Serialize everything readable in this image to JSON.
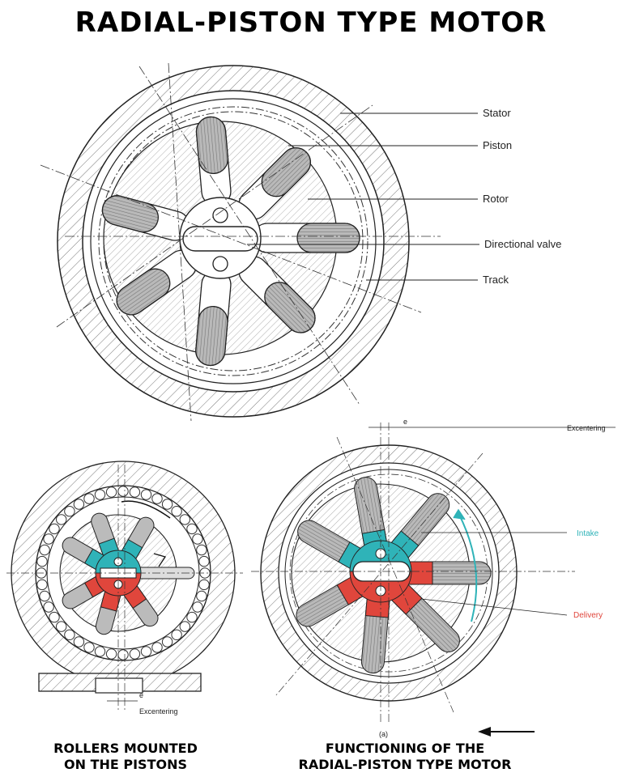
{
  "title": "RADIAL-PISTON TYPE MOTOR",
  "top_diagram": {
    "labels": {
      "stator": "Stator",
      "piston": "Piston",
      "rotor": "Rotor",
      "valve": "Directional valve",
      "track": "Track"
    }
  },
  "bottom_right_diagram": {
    "e_label": "e",
    "excentering": "Excentering",
    "intake": "Intake",
    "delivery": "Delivery",
    "sub_label": "(a)"
  },
  "bottom_left_diagram": {
    "e_label": "e",
    "excentering": "Excentering"
  },
  "captions": {
    "left_line1": "ROLLERS MOUNTED",
    "left_line2": "ON THE PISTONS",
    "right_line1": "FUNCTIONING OF THE",
    "right_line2": "RADIAL-PISTON TYPE MOTOR"
  },
  "colors": {
    "intake": "#2fb3b8",
    "delivery": "#e0463c",
    "ink": "#222222"
  }
}
